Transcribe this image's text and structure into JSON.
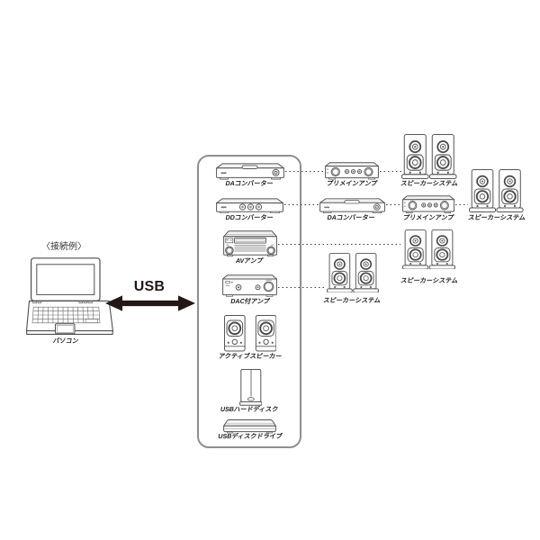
{
  "caption": "〈接続例〉",
  "usb_label": "USB",
  "computer": {
    "label": "パソコン"
  },
  "panel_devices": [
    {
      "id": "da-converter",
      "label": "DAコンバーター"
    },
    {
      "id": "dd-converter",
      "label": "DDコンバーター"
    },
    {
      "id": "av-amp",
      "label": "AVアンプ"
    },
    {
      "id": "dac-amp",
      "label": "DAC付アンプ"
    },
    {
      "id": "active-speaker",
      "label": "アクティブスピーカー"
    },
    {
      "id": "usb-hdd",
      "label": "USBハードディスク"
    },
    {
      "id": "usb-drive",
      "label": "USBディスクドライブ"
    }
  ],
  "chain_devices": [
    {
      "id": "premain-amp-1",
      "label": "プリメインアンプ"
    },
    {
      "id": "speaker-system-1",
      "label": "スピーカーシステム"
    },
    {
      "id": "da-converter-2",
      "label": "DAコンバーター"
    },
    {
      "id": "premain-amp-2",
      "label": "プリメインアンプ"
    },
    {
      "id": "speaker-system-2",
      "label": "スピーカーシステム"
    },
    {
      "id": "speaker-system-3",
      "label": "スピーカーシステム"
    },
    {
      "id": "speaker-system-4",
      "label": "スピーカーシステム"
    }
  ],
  "colors": {
    "ink": "#231815",
    "line": "#565656",
    "label": "#222222",
    "panel_border": "#8f8f8f",
    "background": "#ffffff"
  }
}
